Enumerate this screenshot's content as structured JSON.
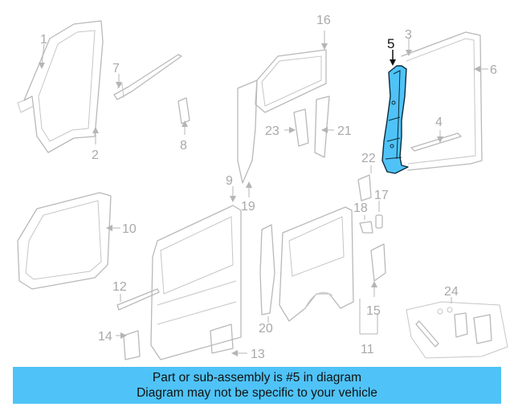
{
  "highlight": {
    "part_number": "5",
    "color": "#4fc3f7"
  },
  "labels": {
    "p1": "1",
    "p2": "2",
    "p3": "3",
    "p4": "4",
    "p5": "5",
    "p6": "6",
    "p7": "7",
    "p8": "8",
    "p9": "9",
    "p10": "10",
    "p11": "11",
    "p12": "12",
    "p13": "13",
    "p14": "14",
    "p15": "15",
    "p16": "16",
    "p17": "17",
    "p18": "18",
    "p19": "19",
    "p20": "20",
    "p21": "21",
    "p22": "22",
    "p23": "23",
    "p24": "24"
  },
  "footer": {
    "line1": "Part or sub-assembly is #5 in diagram",
    "line2": "Diagram may not be specific to your vehicle",
    "background": "#4fc3f7"
  }
}
